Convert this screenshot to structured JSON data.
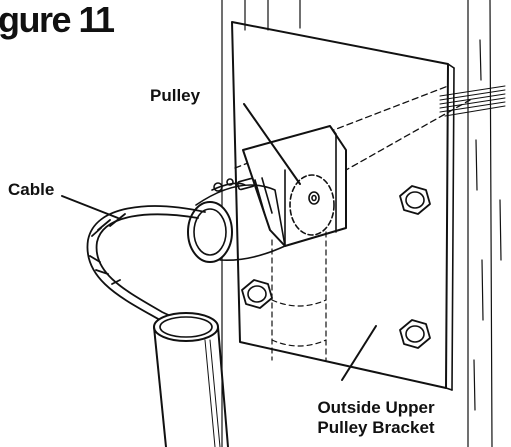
{
  "figure": {
    "title": "gure 11",
    "labels": {
      "pulley": "Pulley",
      "cable": "Cable",
      "bracket_line1": "Outside Upper",
      "bracket_line2": "Pulley Bracket"
    }
  },
  "colors": {
    "ink": "#111111",
    "background": "#ffffff"
  }
}
